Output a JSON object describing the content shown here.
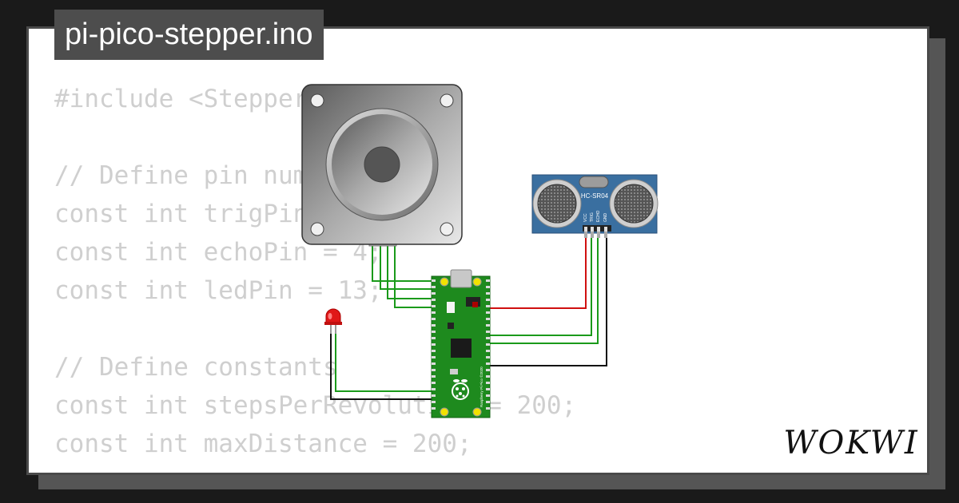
{
  "file": {
    "title": "pi-pico-stepper.ino"
  },
  "code_lines": [
    "#include <Stepper.h>",
    "",
    "// Define pin numbers",
    "const int trigPin = 3;",
    "const int echoPin = 4;",
    "const int ledPin = 13;",
    "",
    "// Define constants",
    "const int stepsPerRevolution = 200;",
    "const int maxDistance = 200;"
  ],
  "sensor": {
    "model_label": "HC-SR04",
    "pin_labels": [
      "VCC",
      "TRIG",
      "ECHO",
      "GND"
    ]
  },
  "board": {
    "label": "Raspberry Pi Pico ©2020"
  },
  "brand": {
    "logo_text": "WOKWI"
  },
  "colors": {
    "background": "#1a1a1a",
    "card_border": "#4a4a4a",
    "title_tab": "#4d4d4d",
    "code_text": "#cfcfcf",
    "pico_green": "#1e8a1e",
    "sensor_blue": "#3a6fa0",
    "wire_green": "#1a9a1a",
    "wire_red": "#d01010",
    "wire_black": "#111111",
    "led_red": "#e01818"
  }
}
